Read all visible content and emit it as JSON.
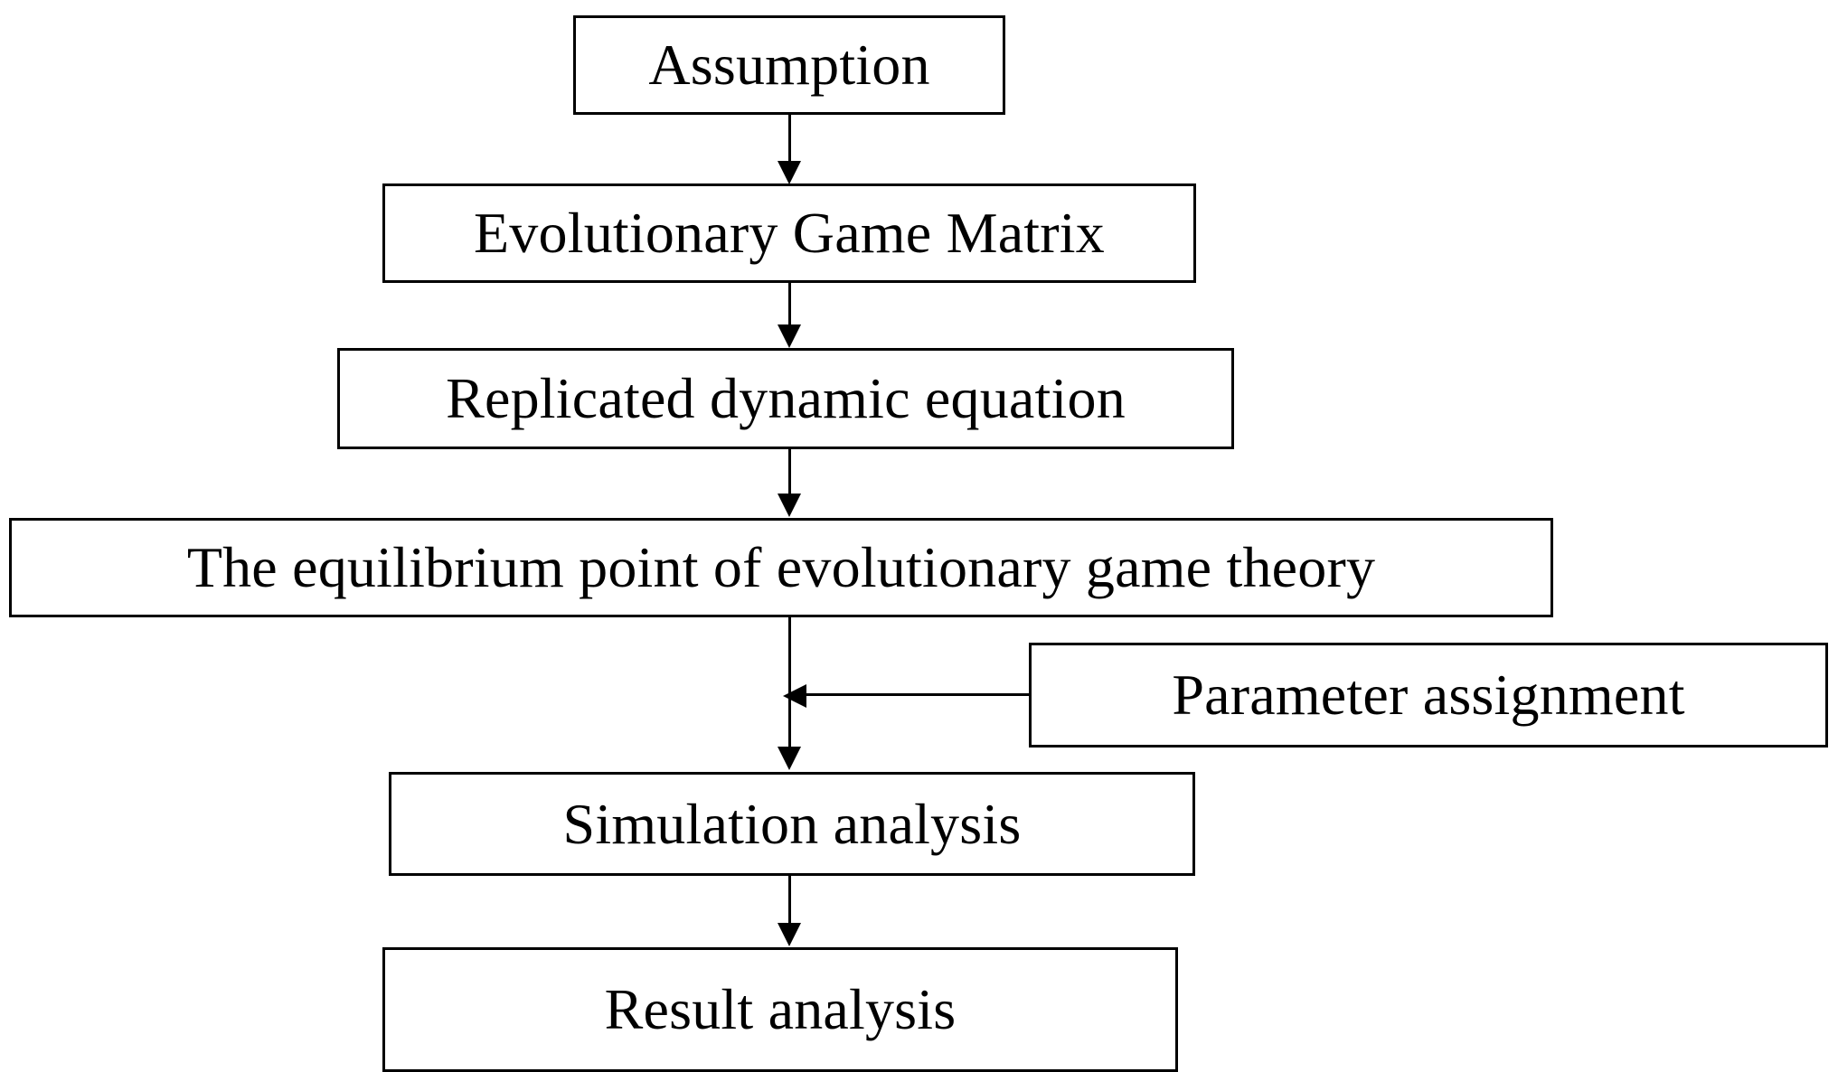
{
  "diagram": {
    "title": "Evolutionary game research framework flowchart",
    "background_color": "#ffffff",
    "stroke_color": "#000000",
    "nodes": [
      {
        "id": "assumption",
        "label": "Assumption"
      },
      {
        "id": "game-matrix",
        "label": "Evolutionary Game Matrix"
      },
      {
        "id": "dynamic-equation",
        "label": "Replicated dynamic equation"
      },
      {
        "id": "equilibrium-point",
        "label": "The equilibrium point of evolutionary game theory"
      },
      {
        "id": "parameter-assignment",
        "label": "Parameter assignment"
      },
      {
        "id": "simulation-analysis",
        "label": "Simulation analysis"
      },
      {
        "id": "result-analysis",
        "label": "Result analysis"
      }
    ],
    "edges": [
      {
        "id": "e1",
        "from": "assumption",
        "to": "game-matrix",
        "direction": "down"
      },
      {
        "id": "e2",
        "from": "game-matrix",
        "to": "dynamic-equation",
        "direction": "down"
      },
      {
        "id": "e3",
        "from": "dynamic-equation",
        "to": "equilibrium-point",
        "direction": "down"
      },
      {
        "id": "e4",
        "from": "equilibrium-point",
        "to": "simulation-analysis",
        "direction": "down"
      },
      {
        "id": "e5",
        "from": "parameter-assignment",
        "to": "e4",
        "direction": "left"
      },
      {
        "id": "e6",
        "from": "simulation-analysis",
        "to": "result-analysis",
        "direction": "down"
      }
    ]
  }
}
